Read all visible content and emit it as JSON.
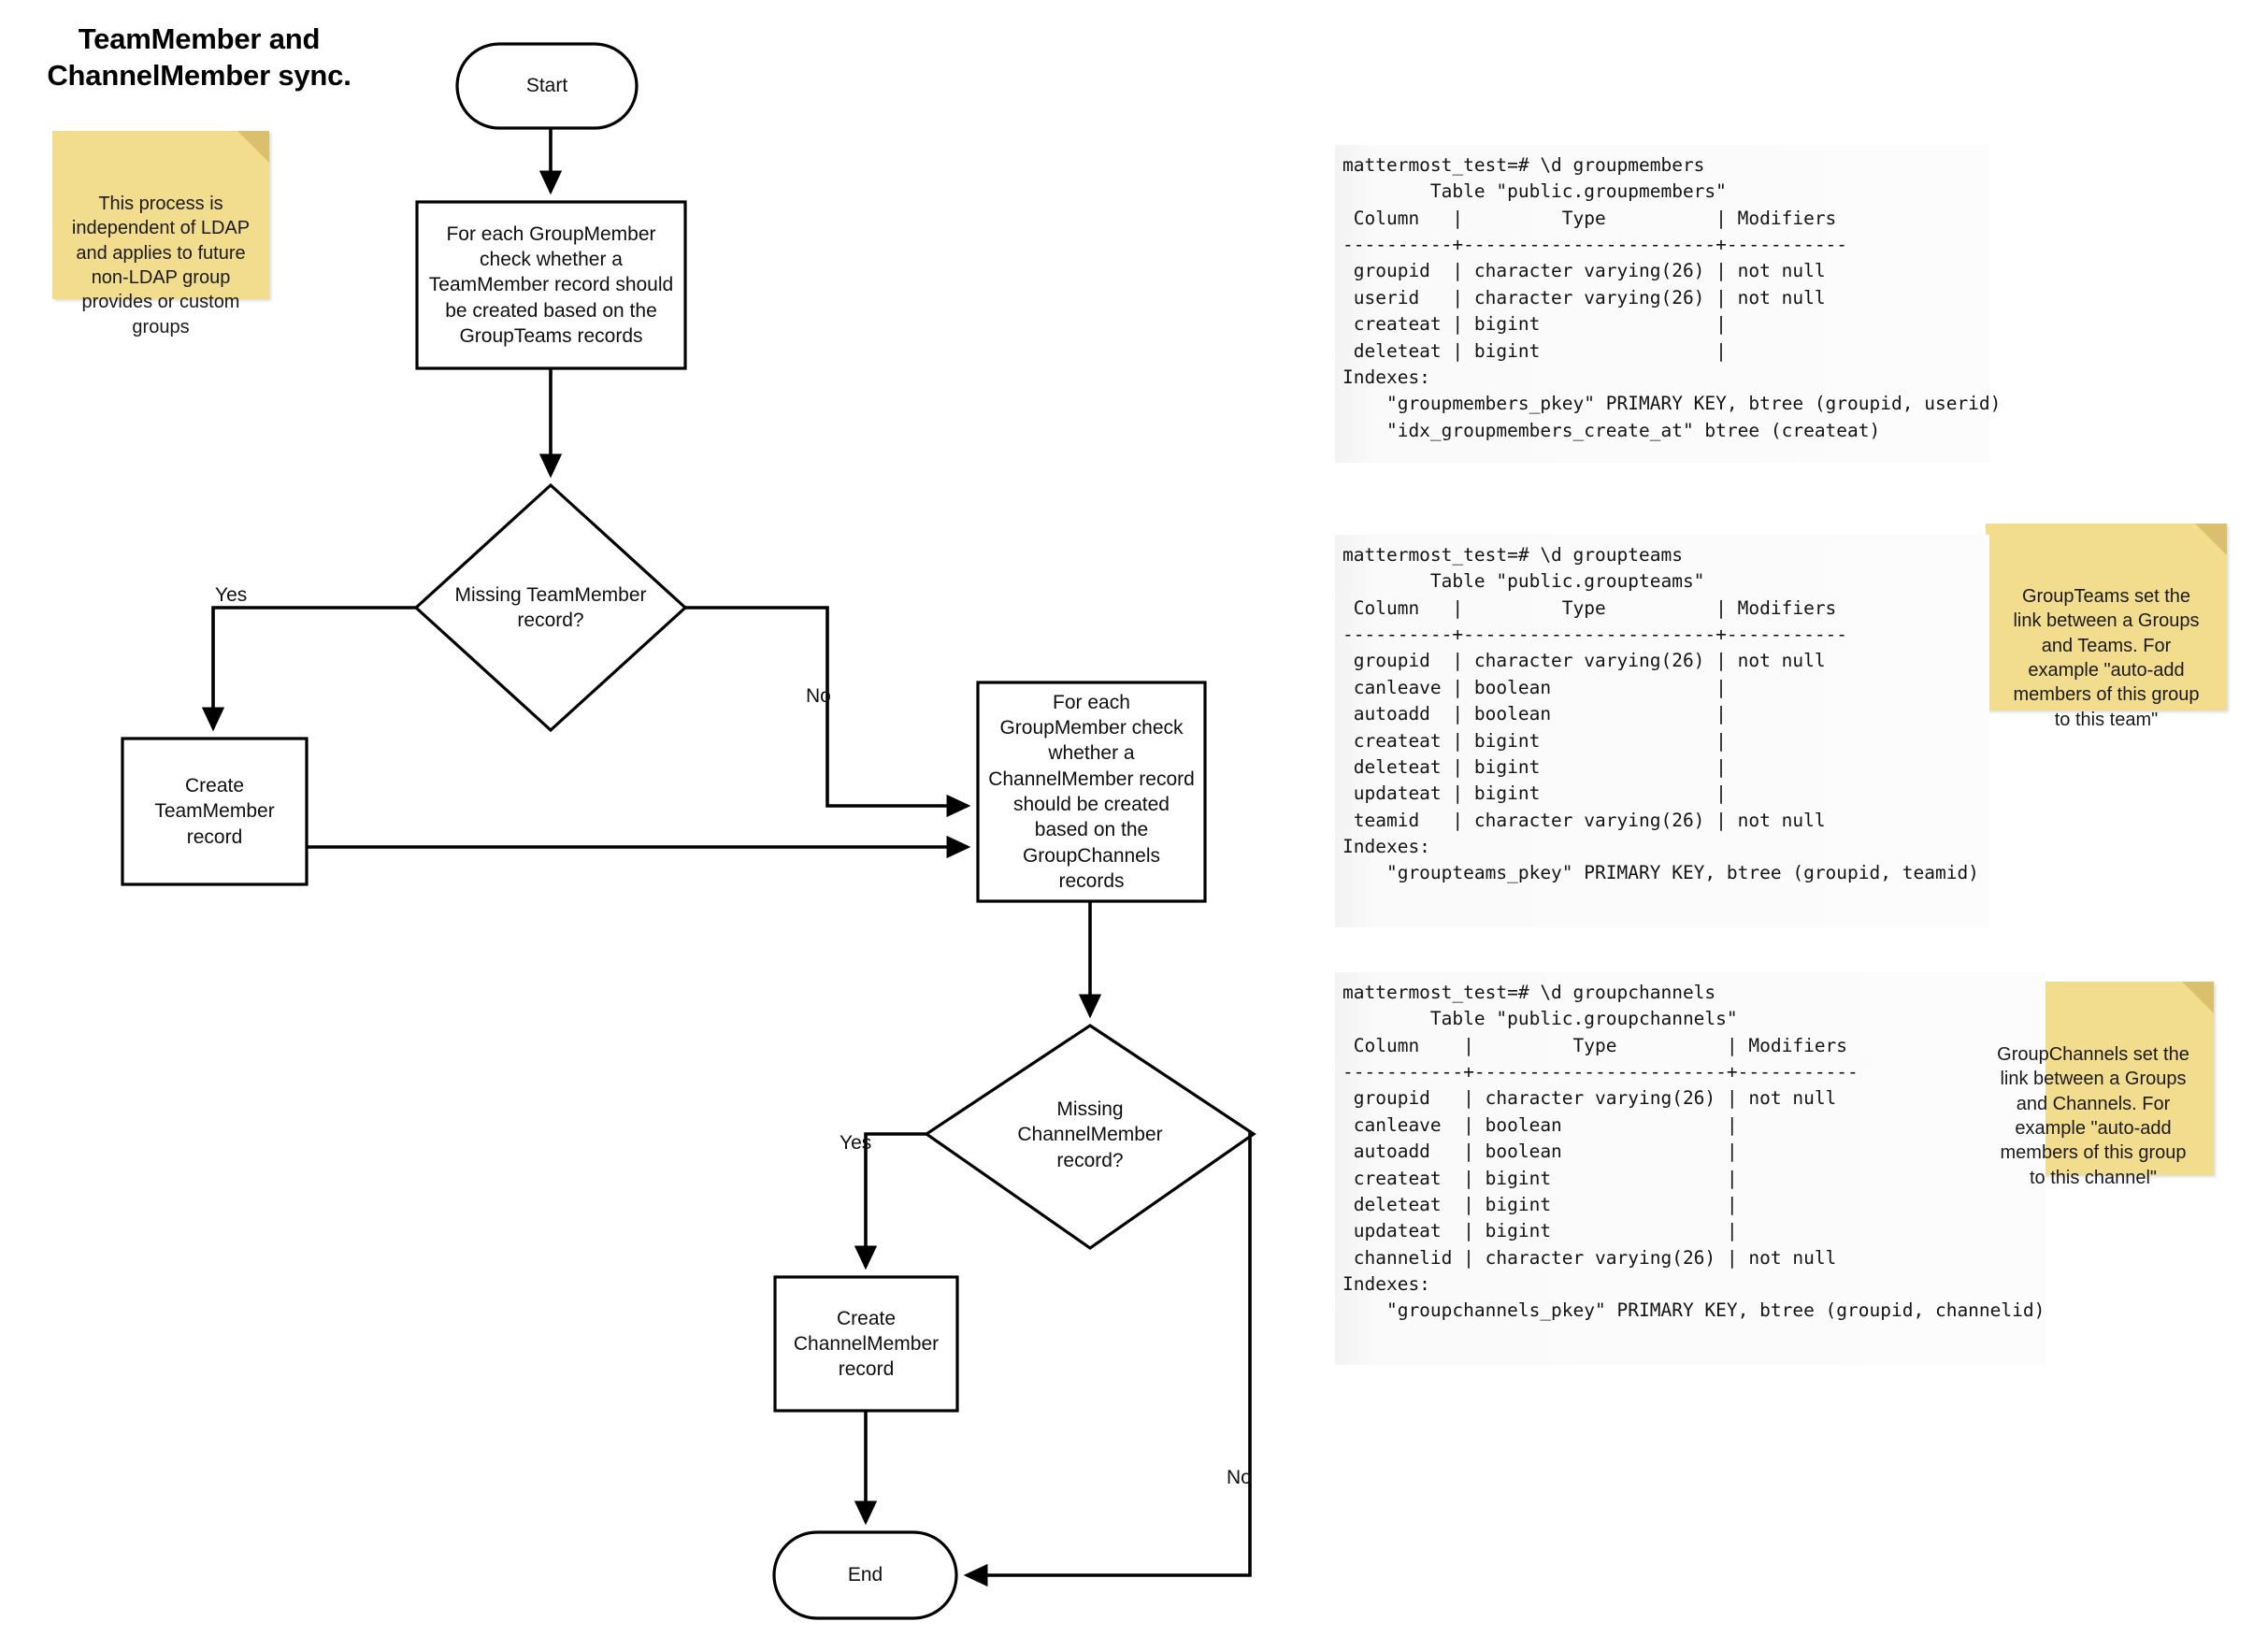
{
  "title": "TeamMember and\nChannelMember sync.",
  "colors": {
    "sticky_bg": "#f2dc8d",
    "sticky_fold": "#d9bf6e",
    "stroke": "#000000",
    "shape_fill": "#ffffff",
    "terminal_bg": "#fafafa",
    "text": "#000000"
  },
  "flowchart": {
    "nodes": {
      "start": {
        "label": "Start",
        "shape": "terminator"
      },
      "process_teammember": {
        "label": "For each GroupMember\ncheck whether a\nTeamMember record should\nbe created based on the\nGroupTeams records",
        "shape": "process"
      },
      "decision_teammember": {
        "label": "Missing TeamMember\nrecord?",
        "shape": "decision"
      },
      "create_teammember": {
        "label": "Create\nTeamMember\nrecord",
        "shape": "process"
      },
      "process_channelmember": {
        "label": "For each\nGroupMember check\nwhether a\nChannelMember record\nshould be created\nbased on the\nGroupChannels\nrecords",
        "shape": "process"
      },
      "decision_channelmember": {
        "label": "Missing\nChannelMember\nrecord?",
        "shape": "decision"
      },
      "create_channelmember": {
        "label": "Create\nChannelMember\nrecord",
        "shape": "process"
      },
      "end": {
        "label": "End",
        "shape": "terminator"
      }
    },
    "edge_labels": {
      "teammember_yes": "Yes",
      "teammember_no": "No",
      "channelmember_yes": "Yes",
      "channelmember_no": "No"
    }
  },
  "notes": [
    {
      "id": "note-ldap",
      "text": "This process is\nindependent of LDAP\nand applies to future\nnon-LDAP group\nprovides or custom\ngroups"
    },
    {
      "id": "note-groupteams",
      "text": "GroupTeams set the\nlink between a Groups\nand Teams. For\nexample \"auto-add\nmembers of this group\nto this team\""
    },
    {
      "id": "note-groupchannels",
      "text": "GroupChannels set the\nlink between a Groups\nand Channels. For\nexample \"auto-add\nmembers of this group\nto this channel\""
    }
  ],
  "terminals": [
    {
      "id": "terminal-groupmembers",
      "prompt": "mattermost_test=# \\d groupmembers",
      "table_caption": "Table \"public.groupmembers\"",
      "header": " Column   |         Type          | Modifiers ",
      "divider": "----------+-----------------------+-----------",
      "rows": [
        " groupid  | character varying(26) | not null",
        " userid   | character varying(26) | not null",
        " createat | bigint                |",
        " deleteat | bigint                |"
      ],
      "indexes_label": "Indexes:",
      "indexes": [
        "    \"groupmembers_pkey\" PRIMARY KEY, btree (groupid, userid)",
        "    \"idx_groupmembers_create_at\" btree (createat)"
      ]
    },
    {
      "id": "terminal-groupteams",
      "prompt": "mattermost_test=# \\d groupteams",
      "table_caption": "Table \"public.groupteams\"",
      "header": " Column   |         Type          | Modifiers ",
      "divider": "----------+-----------------------+-----------",
      "rows": [
        " groupid  | character varying(26) | not null",
        " canleave | boolean               |",
        " autoadd  | boolean               |",
        " createat | bigint                |",
        " deleteat | bigint                |",
        " updateat | bigint                |",
        " teamid   | character varying(26) | not null"
      ],
      "indexes_label": "Indexes:",
      "indexes": [
        "    \"groupteams_pkey\" PRIMARY KEY, btree (groupid, teamid)"
      ]
    },
    {
      "id": "terminal-groupchannels",
      "prompt": "mattermost_test=# \\d groupchannels",
      "table_caption": "Table \"public.groupchannels\"",
      "header": " Column    |         Type          | Modifiers ",
      "divider": "-----------+-----------------------+-----------",
      "rows": [
        " groupid   | character varying(26) | not null",
        " canleave  | boolean               |",
        " autoadd   | boolean               |",
        " createat  | bigint                |",
        " deleteat  | bigint                |",
        " updateat  | bigint                |",
        " channelid | character varying(26) | not null"
      ],
      "indexes_label": "Indexes:",
      "indexes": [
        "    \"groupchannels_pkey\" PRIMARY KEY, btree (groupid, channelid)"
      ]
    }
  ]
}
